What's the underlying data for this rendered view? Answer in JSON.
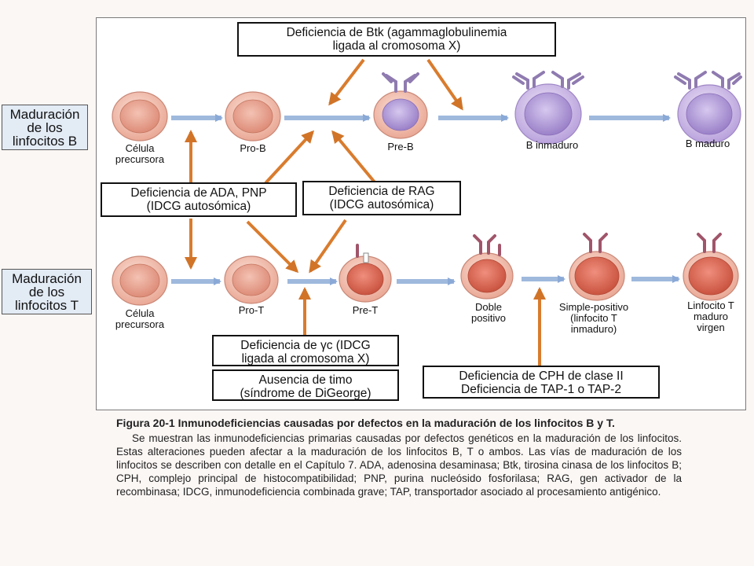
{
  "row_b": {
    "side_label": [
      "Maduración",
      "de los",
      "linfocitos B"
    ],
    "cells": [
      "Célula precursora",
      "Pro-B",
      "Pre-B",
      "B inmaduro",
      "B maduro"
    ]
  },
  "row_t": {
    "side_label": [
      "Maduración",
      "de los",
      "linfocitos T"
    ],
    "cells": [
      "Célula precursora",
      "Pro-T",
      "Pre-T",
      "Doble positivo",
      "Simple-positivo (linfocito T inmaduro)",
      "Linfocito T maduro virgen"
    ]
  },
  "boxes": {
    "btk": [
      "Deficiencia de Btk (agammaglobulinemia",
      "ligada al cromosoma X)"
    ],
    "ada": [
      "Deficiencia de ADA, PNP",
      "(IDCG autosómica)"
    ],
    "rag": [
      "Deficiencia de RAG",
      "(IDCG autosómica)"
    ],
    "gamma": [
      "Deficiencia de γc (IDCG",
      "ligada al cromosoma X)"
    ],
    "timo": [
      "Ausencia de timo",
      "(síndrome de DiGeorge)"
    ],
    "cph": [
      "Deficiencia de CPH de clase II",
      "Deficiencia de TAP-1 o TAP-2"
    ]
  },
  "cell_labels": {
    "b_prec": [
      "Célula",
      "precursora"
    ],
    "pro_b": [
      "Pro-B"
    ],
    "pre_b": [
      "Pre-B"
    ],
    "b_inm": [
      "B inmaduro"
    ],
    "b_mad": [
      "B maduro"
    ],
    "t_prec": [
      "Célula",
      "precursora"
    ],
    "pro_t": [
      "Pro-T"
    ],
    "pre_t": [
      "Pre-T"
    ],
    "doble": [
      "Doble",
      "positivo"
    ],
    "simple": [
      "Simple-positivo",
      "(linfocito T",
      "inmaduro)"
    ],
    "t_mad": [
      "Linfocito T",
      "maduro",
      "virgen"
    ]
  },
  "caption": {
    "title": "Figura 20-1   Inmunodeficiencias causadas por defectos en la maduración de los linfocitos B y T.",
    "body": "Se muestran las inmunodeficiencias primarias causadas por defectos genéticos en la maduración de los linfocitos. Estas alteraciones pueden afectar a la maduración de los linfocitos B, T o ambos. Las vías de maduración de los linfocitos se describen con detalle en el Capítulo 7. ADA, adenosina desaminasa; Btk, tirosina cinasa de los linfocitos B; CPH, complejo principal de histocompatibilidad; PNP, purina nucleósido fosforilasa; RAG, gen activador de la recombinasa; IDCG, inmunodeficiencia combinada grave; TAP, transportador asociado al procesamiento antigénico."
  },
  "colors": {
    "pathway_arrow": "#9fb9dd",
    "defect_arrow": "#d97c2e",
    "b_cell_pink": "#f1b9a8",
    "b_cell_violet": "#cdb9e6",
    "t_cell_outer": "#f2b5a2",
    "t_cell_nucleus": "#dd6f60"
  }
}
